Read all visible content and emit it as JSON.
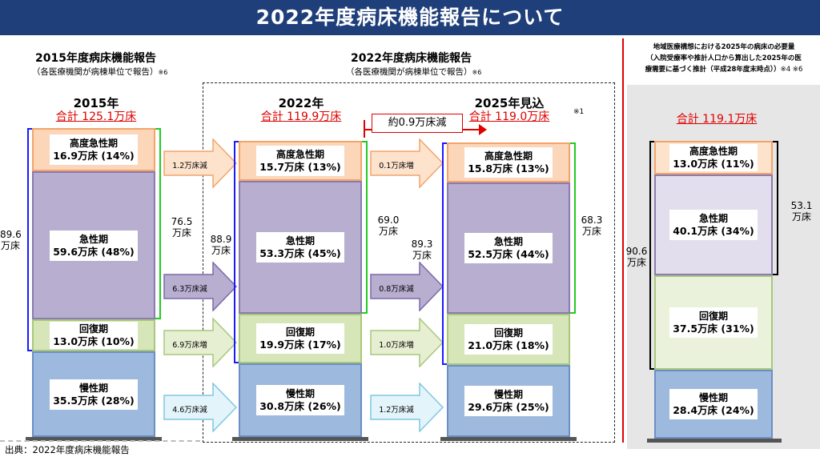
{
  "title": "2022年度病床機能報告について",
  "left_header": {
    "title": "2015年度病床機能報告",
    "sub": "（各医療機関が病棟単位で報告）",
    "note": "※6"
  },
  "mid_header": {
    "title": "2022年度病床機能報告",
    "sub": "（各医療機関が病棟単位で報告）",
    "note": "※6"
  },
  "right_header": {
    "line1": "地域医療構想における2025年の病床の必要量",
    "line2": "（入院受療率や推計人口から算出した2025年の医",
    "line3": "療需要に基づく推計（平成28年度末時点））",
    "note": "※4 ※6"
  },
  "columns": [
    {
      "year": "2015年",
      "total": "合計 125.1万床",
      "note": "",
      "segments": [
        {
          "name": "高度急性期",
          "value": "16.9万床 (14%)"
        },
        {
          "name": "急性期",
          "value": "59.6万床 (48%)"
        },
        {
          "name": "回復期",
          "value": "13.0万床 (10%)"
        },
        {
          "name": "慢性期",
          "value": "35.5万床 (28%)"
        }
      ]
    },
    {
      "year": "2022年",
      "total": "合計 119.9万床",
      "note": "",
      "segments": [
        {
          "name": "高度急性期",
          "value": "15.7万床 (13%)"
        },
        {
          "name": "急性期",
          "value": "53.3万床 (45%)"
        },
        {
          "name": "回復期",
          "value": "19.9万床 (17%)"
        },
        {
          "name": "慢性期",
          "value": "30.8万床 (26%)"
        }
      ]
    },
    {
      "year": "2025年見込",
      "total": "合計 119.0万床",
      "note": "※1",
      "segments": [
        {
          "name": "高度急性期",
          "value": "15.8万床 (13%)"
        },
        {
          "name": "急性期",
          "value": "52.5万床 (44%)"
        },
        {
          "name": "回復期",
          "value": "21.0万床 (18%)"
        },
        {
          "name": "慢性期",
          "value": "29.6万床 (25%)"
        }
      ]
    },
    {
      "year": "",
      "total": "合計 119.1万床",
      "note": "",
      "segments": [
        {
          "name": "高度急性期",
          "value": "13.0万床 (11%)"
        },
        {
          "name": "急性期",
          "value": "40.1万床 (34%)"
        },
        {
          "name": "回復期",
          "value": "37.5万床 (31%)"
        },
        {
          "name": "慢性期",
          "value": "28.4万床 (24%)"
        }
      ]
    }
  ],
  "brackets": {
    "c1_left": {
      "num": "89.6",
      "unit": "万床"
    },
    "c1_right": {
      "num": "76.5",
      "unit": "万床"
    },
    "c2_left": {
      "num": "88.9",
      "unit": "万床"
    },
    "c2_right": {
      "num": "69.0",
      "unit": "万床"
    },
    "c3_left": {
      "num": "89.3",
      "unit": "万床"
    },
    "c3_right": {
      "num": "68.3",
      "unit": "万床"
    },
    "c4_left": {
      "num": "90.6",
      "unit": "万床"
    },
    "c4_right": {
      "num": "53.1",
      "unit": "万床"
    }
  },
  "arrows_a": [
    "1.2万床減",
    "6.3万床減",
    "6.9万床増",
    "4.6万床減"
  ],
  "arrows_b": [
    "0.1万床増",
    "0.8万床減",
    "1.0万床増",
    "1.2万床減"
  ],
  "reduction_note": "約0.9万床減",
  "source": "出典：2022年度病床機能報告",
  "colors": {
    "banner": "#1f3f7a",
    "high": "#fbd6b8",
    "acute": "#b7aed0",
    "recovery": "#d7e6b8",
    "chronic": "#9db9de",
    "red": "#e00000",
    "blue": "#1a1aff",
    "green": "#22cc22"
  }
}
